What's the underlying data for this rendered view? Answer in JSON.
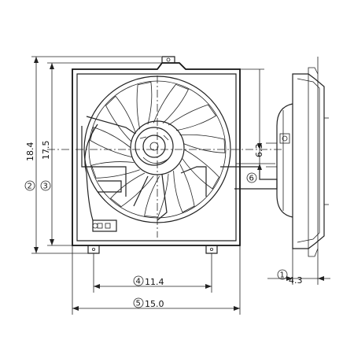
{
  "dimensions": {
    "height_overall": "18.4",
    "height_shroud": "17.5",
    "mount_offset": "6.3",
    "depth": "4.3",
    "mount_spacing": "11.4",
    "width_overall": "15.0"
  },
  "callouts": {
    "c1": "1",
    "c2": "2",
    "c3": "3",
    "c4": "4",
    "c5": "5",
    "c6": "6"
  }
}
